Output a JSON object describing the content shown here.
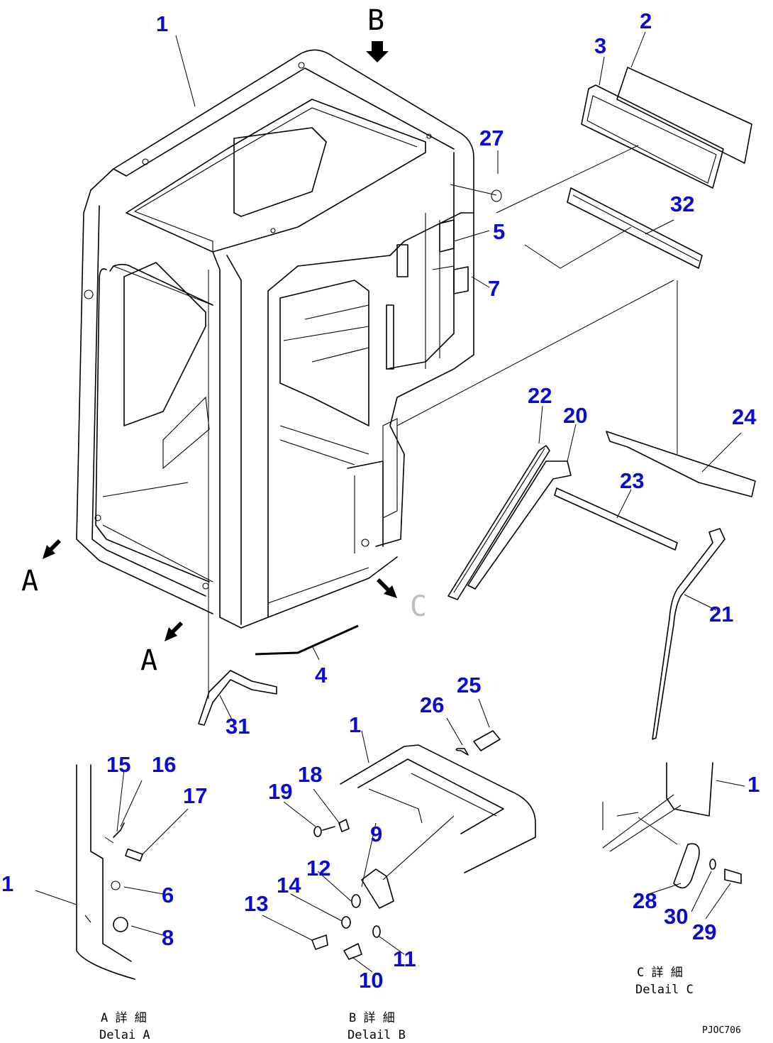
{
  "callouts": {
    "c1a": "1",
    "c2": "2",
    "c3": "3",
    "c27": "27",
    "c5": "5",
    "c32": "32",
    "c7": "7",
    "c22": "22",
    "c20": "20",
    "c24": "24",
    "c23": "23",
    "c21": "21",
    "c4": "4",
    "c31": "31",
    "c25": "25",
    "c26": "26",
    "c1b": "1",
    "c15": "15",
    "c16": "16",
    "c17": "17",
    "c18": "18",
    "c19": "19",
    "c9": "9",
    "c12": "12",
    "c14": "14",
    "c13": "13",
    "c6": "6",
    "c8": "8",
    "c11": "11",
    "c10": "10",
    "c1c": "1",
    "c1d": "1",
    "c28": "28",
    "c30": "30",
    "c29": "29"
  },
  "view_markers": {
    "b_top": "B",
    "a_left": "A",
    "a_bottom": "A",
    "c_right": "C"
  },
  "detail_captions": {
    "a_jp": "A 詳 細",
    "a_en": "Delai A",
    "b_jp": "B 詳 細",
    "b_en": "Delail B",
    "c_jp": "C 詳 細",
    "c_en": "Delail C"
  },
  "drawing_code": "PJOC706"
}
